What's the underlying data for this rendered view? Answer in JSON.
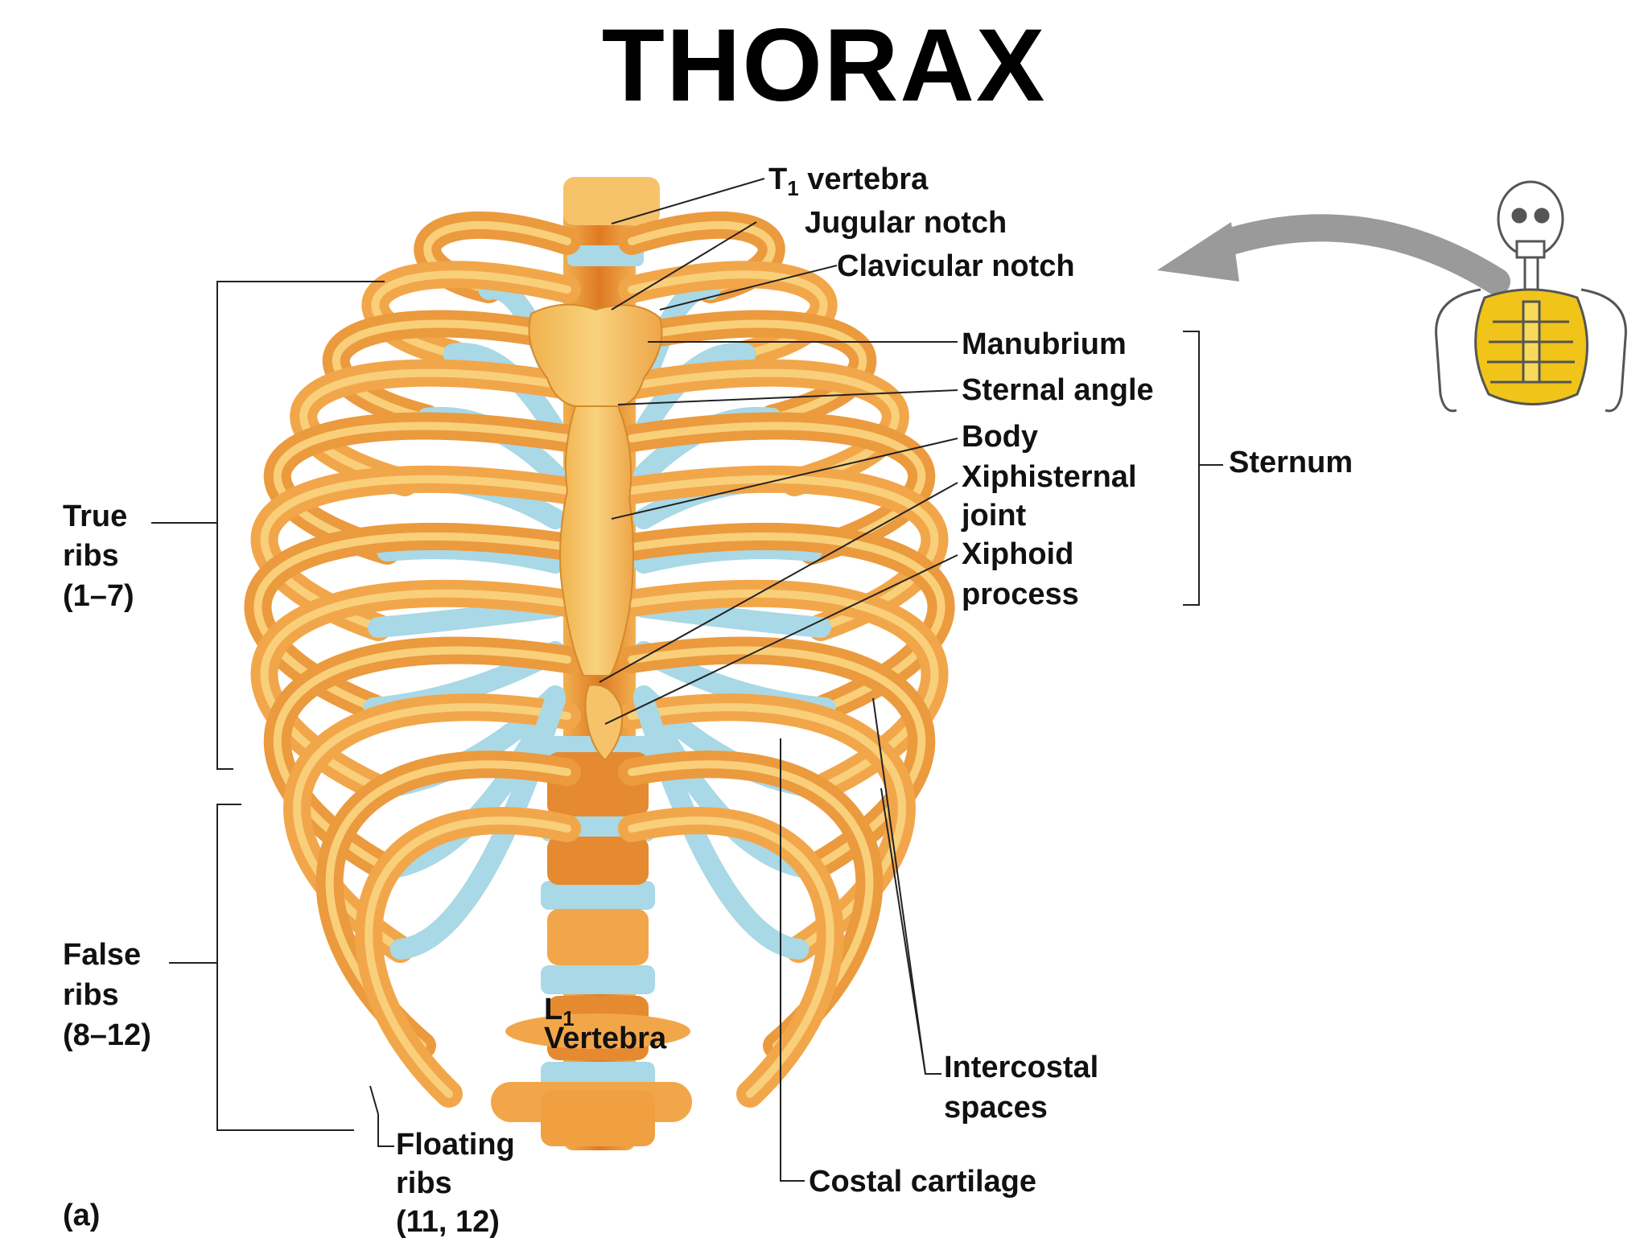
{
  "title": "THORAX",
  "panel_letter": "(a)",
  "labels": {
    "t1_vertebra_prefix": "T",
    "t1_vertebra_sub": "1",
    "t1_vertebra_suffix": " vertebra",
    "jugular_notch": "Jugular notch",
    "clavicular_notch": "Clavicular notch",
    "manubrium": "Manubrium",
    "sternal_angle": "Sternal angle",
    "body": "Body",
    "xiphisternal_joint_1": "Xiphisternal",
    "xiphisternal_joint_2": "joint",
    "xiphoid_process_1": "Xiphoid",
    "xiphoid_process_2": "process",
    "sternum": "Sternum",
    "true_ribs_1": "True",
    "true_ribs_2": "ribs",
    "true_ribs_3": "(1–7)",
    "false_ribs_1": "False",
    "false_ribs_2": "ribs",
    "false_ribs_3": "(8–12)",
    "floating_ribs_1": "Floating",
    "floating_ribs_2": "ribs",
    "floating_ribs_3": "(11, 12)",
    "l1_prefix": "L",
    "l1_sub": "1",
    "l1_vertebra": "Vertebra",
    "intercostal_1": "Intercostal",
    "intercostal_2": "spaces",
    "costal_cartilage": "Costal cartilage"
  },
  "colors": {
    "bone": "#f2a64a",
    "bone_dark": "#e07a22",
    "bone_light": "#f9cf7a",
    "cartilage": "#a9d8e6",
    "skeleton_highlight": "#f0c419",
    "arrow": "#9a9a9a",
    "leader": "#222222"
  }
}
